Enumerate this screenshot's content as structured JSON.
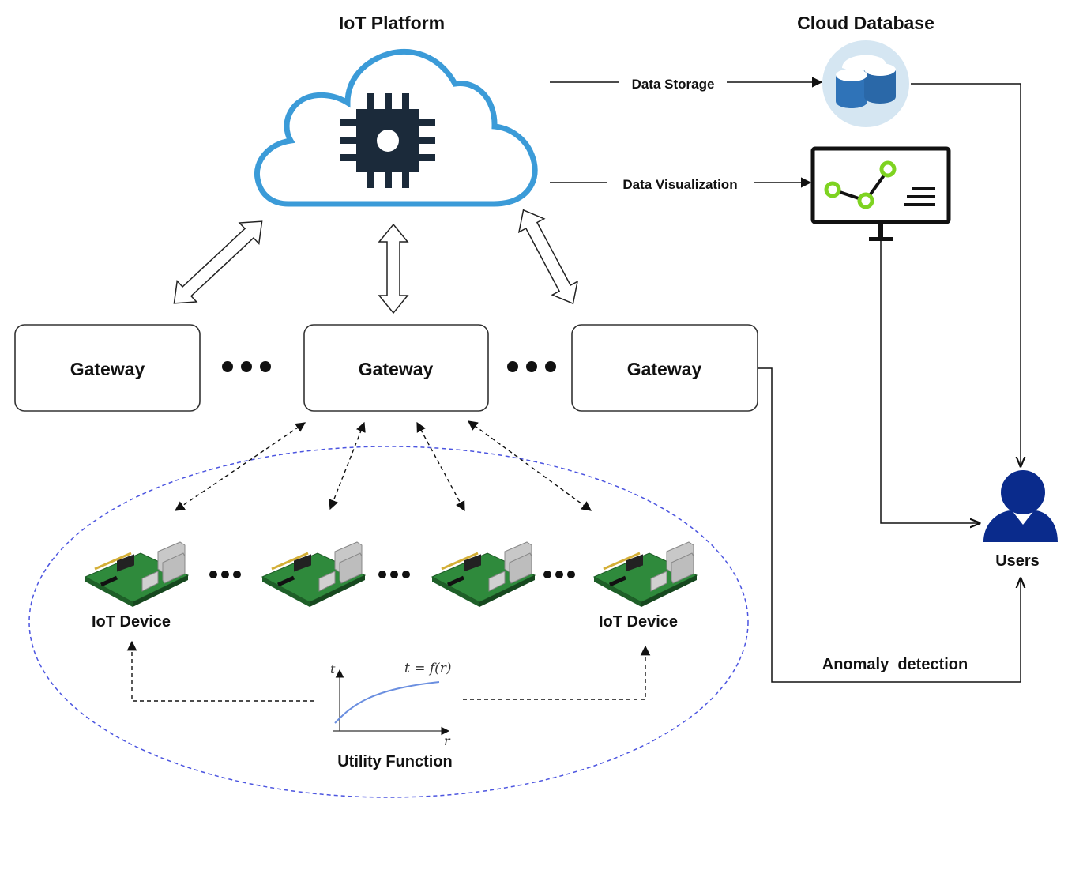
{
  "platform": {
    "title": "IoT Platform"
  },
  "cloud_db": {
    "title": "Cloud Database"
  },
  "flows": {
    "storage": "Data Storage",
    "visualization": "Data Visualization",
    "anomaly": "Anomaly  detection"
  },
  "gateways": [
    "Gateway",
    "Gateway",
    "Gateway"
  ],
  "devices": {
    "left_label": "IoT Device",
    "right_label": "IoT Device"
  },
  "users": {
    "label": "Users"
  },
  "utility": {
    "label": "Utility Function",
    "axis_y": "t",
    "axis_x": "r",
    "formula": "t = f(r)"
  },
  "colors": {
    "cloud_outline": "#3b9bd8",
    "chip": "#1b2a3a",
    "database": "#2f73b8",
    "database_bg": "#d5e6f2",
    "monitor_accent": "#7ed321",
    "user_icon": "#0a2b8c",
    "cluster_border": "#4c55e0",
    "curve": "#6b8fe0"
  }
}
